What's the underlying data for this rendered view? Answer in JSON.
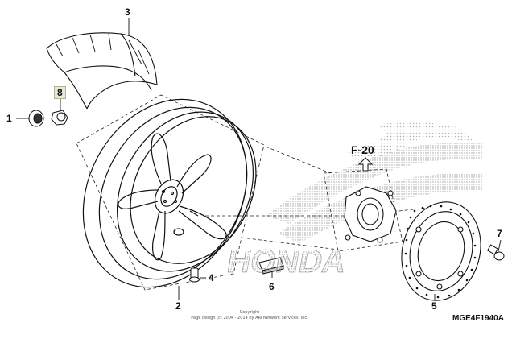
{
  "diagram": {
    "figure_ref": "F-20",
    "part_code": "MGE4F1940A",
    "watermark_text": "HONDA",
    "copyright_line1": "Copyright",
    "copyright_line2": "Page design (c) 2004 - 2014 by ARI Network Services, Inc.",
    "callouts": [
      {
        "id": "1",
        "label": "1",
        "part": "collar"
      },
      {
        "id": "2",
        "label": "2",
        "part": "rear wheel"
      },
      {
        "id": "3",
        "label": "3",
        "part": "tire"
      },
      {
        "id": "4",
        "label": "4",
        "part": "valve"
      },
      {
        "id": "5",
        "label": "5",
        "part": "brake disk"
      },
      {
        "id": "6",
        "label": "6",
        "part": "balance weight"
      },
      {
        "id": "7",
        "label": "7",
        "part": "disk bolt"
      },
      {
        "id": "8",
        "label": "8",
        "part": "collar nut",
        "highlighted": true
      }
    ],
    "colors": {
      "line": "#111111",
      "highlight_fill": "#e4ead7",
      "watermark": "#bdbdbd"
    }
  }
}
